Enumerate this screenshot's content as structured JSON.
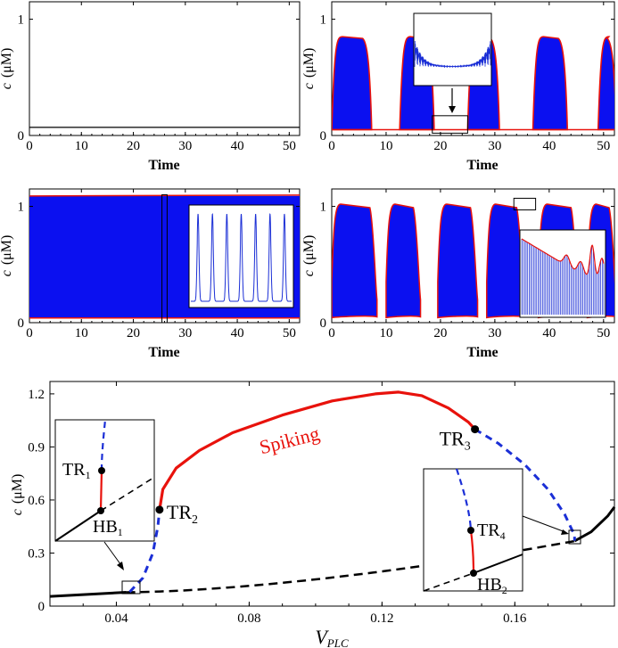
{
  "panels": [
    {
      "id": "a",
      "xlabel": "Time",
      "ylabel_var": "c",
      "ylabel_unit": "(μM)",
      "xticks": [
        "0",
        "10",
        "20",
        "30",
        "40",
        "50"
      ],
      "yticks": [
        "0",
        "1"
      ],
      "xlim": [
        0,
        52
      ],
      "ylim": [
        0,
        1.15
      ],
      "type": "line",
      "value": 0.07
    },
    {
      "id": "b",
      "xlabel": "Time",
      "ylabel_var": "c",
      "ylabel_unit": "(μM)",
      "xticks": [
        "0",
        "10",
        "20",
        "30",
        "40",
        "50"
      ],
      "yticks": [
        "0",
        "1"
      ],
      "xlim": [
        0,
        52
      ],
      "ylim": [
        0,
        1.15
      ],
      "type": "bursting",
      "bursts": [
        [
          0,
          7
        ],
        [
          12.5,
          18.5
        ],
        [
          25,
          30.5
        ],
        [
          37,
          43
        ],
        [
          49,
          52
        ]
      ],
      "burst_top": 0.85,
      "quiet_level": 0.05,
      "zoom_box": [
        18.5,
        25,
        0.02,
        0.17
      ]
    },
    {
      "id": "c",
      "xlabel": "Time",
      "ylabel_var": "c",
      "ylabel_unit": "(μM)",
      "xticks": [
        "0",
        "10",
        "20",
        "30",
        "40",
        "50"
      ],
      "yticks": [
        "0",
        "1"
      ],
      "xlim": [
        0,
        52
      ],
      "ylim": [
        0,
        1.15
      ],
      "type": "spiking",
      "top": 1.09,
      "bottom": 0.04,
      "zoom_box": [
        25.5,
        26.5,
        0.0,
        1.1
      ]
    },
    {
      "id": "d",
      "xlabel": "Time",
      "ylabel_var": "c",
      "ylabel_unit": "(μM)",
      "xticks": [
        "0",
        "10",
        "20",
        "30",
        "40",
        "50"
      ],
      "yticks": [
        "0",
        "1"
      ],
      "xlim": [
        0,
        52
      ],
      "ylim": [
        0,
        1.15
      ],
      "type": "bursting2",
      "bursts": [
        [
          0,
          8
        ],
        [
          10,
          16
        ],
        [
          19.5,
          26.5
        ],
        [
          28.5,
          35
        ],
        [
          38,
          45
        ],
        [
          47,
          52
        ]
      ],
      "zoom_box": [
        33.5,
        37.5,
        0.97,
        1.07
      ]
    }
  ],
  "bifurcation": {
    "xlabel": "V",
    "xlabel_sub": "PLC",
    "ylabel_var": "c",
    "ylabel_unit": "(μM)",
    "xlim": [
      0.02,
      0.19
    ],
    "ylim": [
      0,
      1.27
    ],
    "xticks": [
      "0.04",
      "0.08",
      "0.12",
      "0.16"
    ],
    "xtick_vals": [
      0.04,
      0.08,
      0.12,
      0.16
    ],
    "yticks": [
      "0",
      "0.3",
      "0.6",
      "0.9",
      "1.2"
    ],
    "ytick_vals": [
      0,
      0.3,
      0.6,
      0.9,
      1.2
    ],
    "spiking_label": "Spiking",
    "points": [
      {
        "name": "TR",
        "sub": "2",
        "x": 0.053,
        "y": 0.545
      },
      {
        "name": "TR",
        "sub": "3",
        "x": 0.148,
        "y": 1.0
      }
    ],
    "inset_left": {
      "labels": [
        {
          "name": "TR",
          "sub": "1"
        },
        {
          "name": "HB",
          "sub": "1"
        }
      ]
    },
    "inset_right": {
      "labels": [
        {
          "name": "TR",
          "sub": "4"
        },
        {
          "name": "HB",
          "sub": "2"
        }
      ]
    },
    "colors": {
      "periodic_stable": "#e8120c",
      "periodic_unstable": "#1b2fd6",
      "fixed": "#000000",
      "fill": "#0b10f0"
    }
  }
}
